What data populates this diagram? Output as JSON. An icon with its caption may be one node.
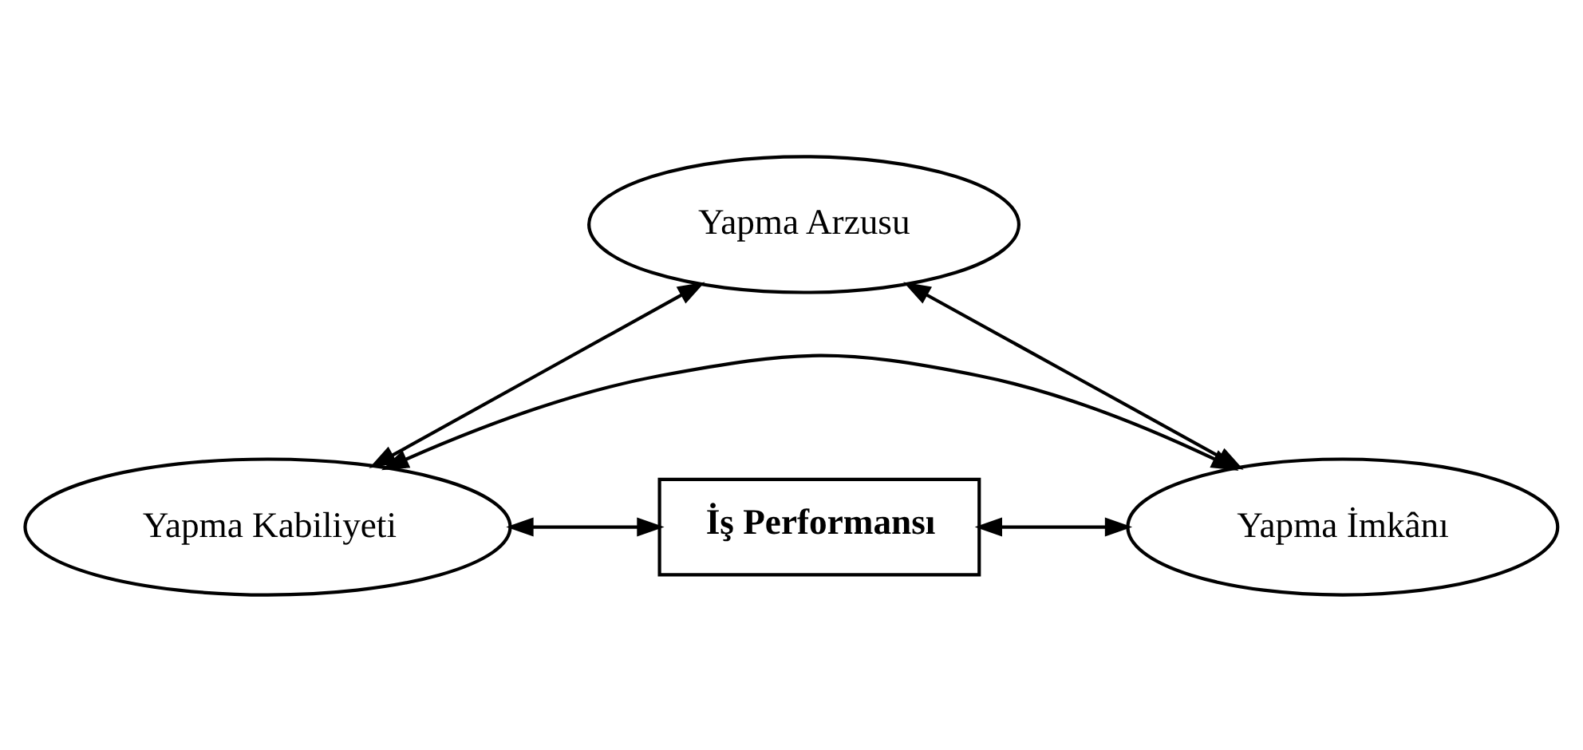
{
  "diagram": {
    "nodes": [
      {
        "text": [
          "Yapma Arzusu"
        ]
      },
      {
        "text": [
          "Yapma Kabiliyeti"
        ]
      },
      {
        "text": [
          "İş Performansı"
        ]
      },
      {
        "text": [
          "Yapma İmkânı"
        ]
      }
    ],
    "edges": [
      {
        "from": 0,
        "to": 1,
        "arrow": "both"
      },
      {
        "from": 0,
        "to": 3,
        "arrow": "both"
      },
      {
        "from": 1,
        "to": 2,
        "arrow": "both"
      },
      {
        "from": 2,
        "to": 3,
        "arrow": "both"
      },
      {
        "from": 1,
        "to": 3,
        "arrow": "both"
      }
    ]
  }
}
